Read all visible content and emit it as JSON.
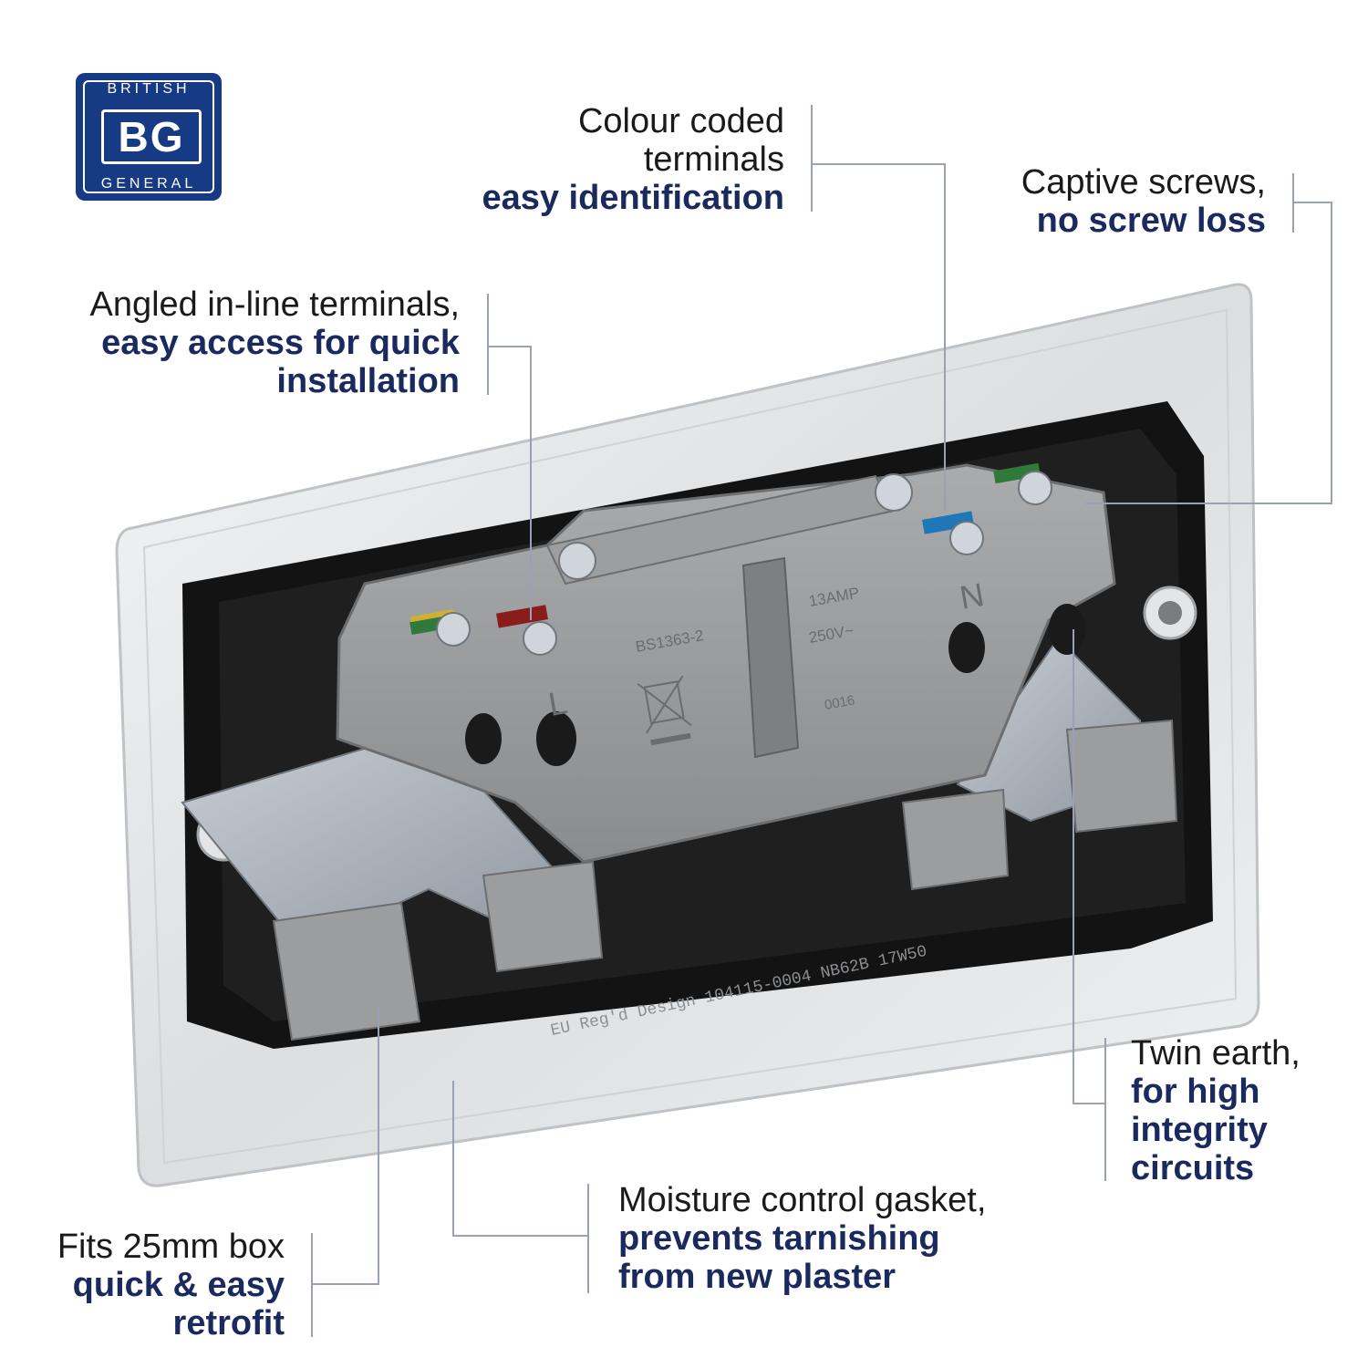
{
  "logo": {
    "top": "BRITISH",
    "mark": "BG",
    "bottom": "GENERAL"
  },
  "callouts": {
    "colour": {
      "line1": "Colour coded",
      "line2": "terminals",
      "bold1": "easy identification"
    },
    "captive": {
      "line1": "Captive screws,",
      "bold1": "no screw loss"
    },
    "angled": {
      "line1": "Angled in-line terminals,",
      "bold1": "easy access for quick",
      "bold2": "installation"
    },
    "twin": {
      "line1": "Twin earth,",
      "bold1": "for high",
      "bold2": "integrity",
      "bold3": "circuits"
    },
    "moisture": {
      "line1": "Moisture control gasket,",
      "bold1": "prevents tarnishing",
      "bold2": "from new plaster"
    },
    "fits": {
      "line1": "Fits 25mm box",
      "bold1": "quick & easy",
      "bold2": "retrofit"
    }
  },
  "product_marks": {
    "standard": "BS1363-2",
    "rating1": "13AMP",
    "rating2": "250V~",
    "code": "0016",
    "live": "L",
    "neutral": "N",
    "reg": "EU Reg'd Design 104115-0004 NB62B 17W50"
  },
  "colors": {
    "brand": "#173a84",
    "accent_text": "#1b2a5e",
    "leader": "#9aa0b5"
  }
}
